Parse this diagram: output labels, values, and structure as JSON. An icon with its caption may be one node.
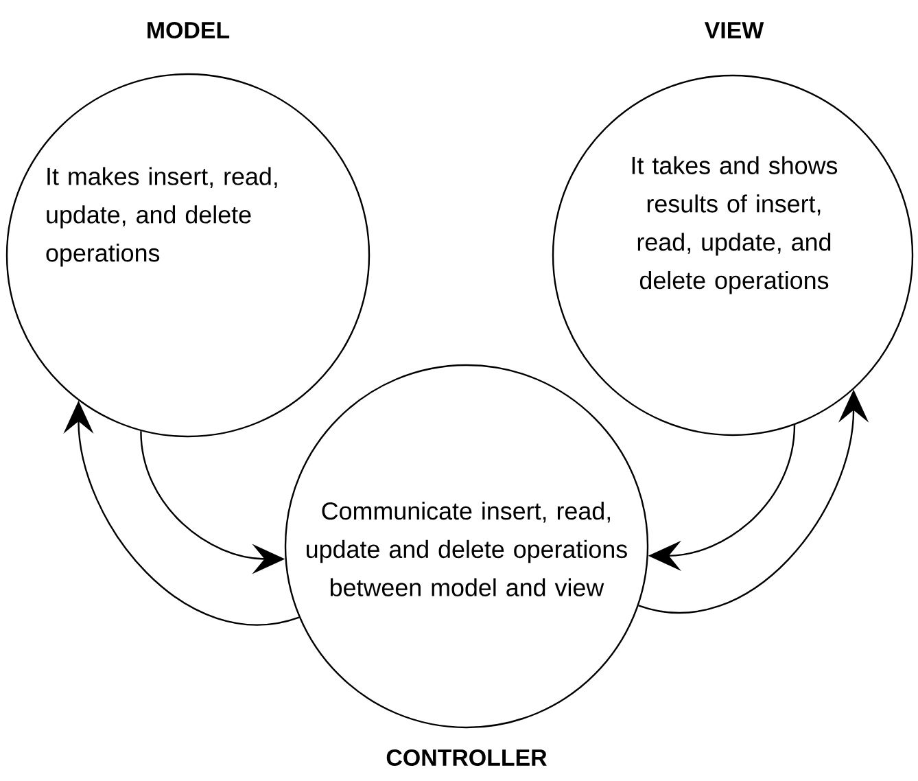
{
  "diagram": {
    "nodes": [
      {
        "text": [
          "MODEL",
          "It makes insert, read, update, and delete operations"
        ]
      },
      {
        "text": [
          "VIEW",
          "It takes and shows results of insert, read, update, and delete operations"
        ]
      },
      {
        "text": [
          "Communicate insert, read, update and delete operations between model and view",
          "CONTROLLER"
        ]
      }
    ],
    "edges": [
      {
        "from": 0,
        "to": 2,
        "arrow": "to"
      },
      {
        "from": 2,
        "to": 0,
        "arrow": "to"
      },
      {
        "from": 1,
        "to": 2,
        "arrow": "to"
      },
      {
        "from": 2,
        "to": 1,
        "arrow": "to"
      }
    ]
  }
}
